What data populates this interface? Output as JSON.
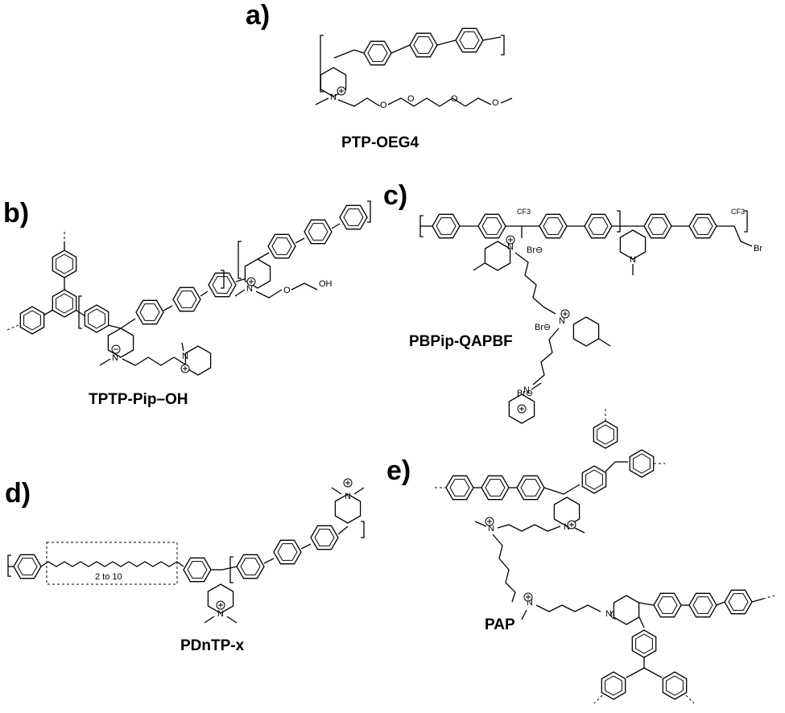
{
  "panels": [
    {
      "letter": "a)",
      "name": "PTP-OEG4"
    },
    {
      "letter": "b)",
      "name": "TPTP-Pip–OH"
    },
    {
      "letter": "c)",
      "name": "PBPip-QAPBF"
    },
    {
      "letter": "d)",
      "name": "PDnTP-x"
    },
    {
      "letter": "e)",
      "name": "PAP"
    }
  ],
  "atoms": {
    "n": "N",
    "o": "O",
    "oh": "OH",
    "br": "Br",
    "cf3": "CF3",
    "br_anion": "Br⊖",
    "plus": "+",
    "minus": "−"
  },
  "spacer_label": "2 to 10"
}
